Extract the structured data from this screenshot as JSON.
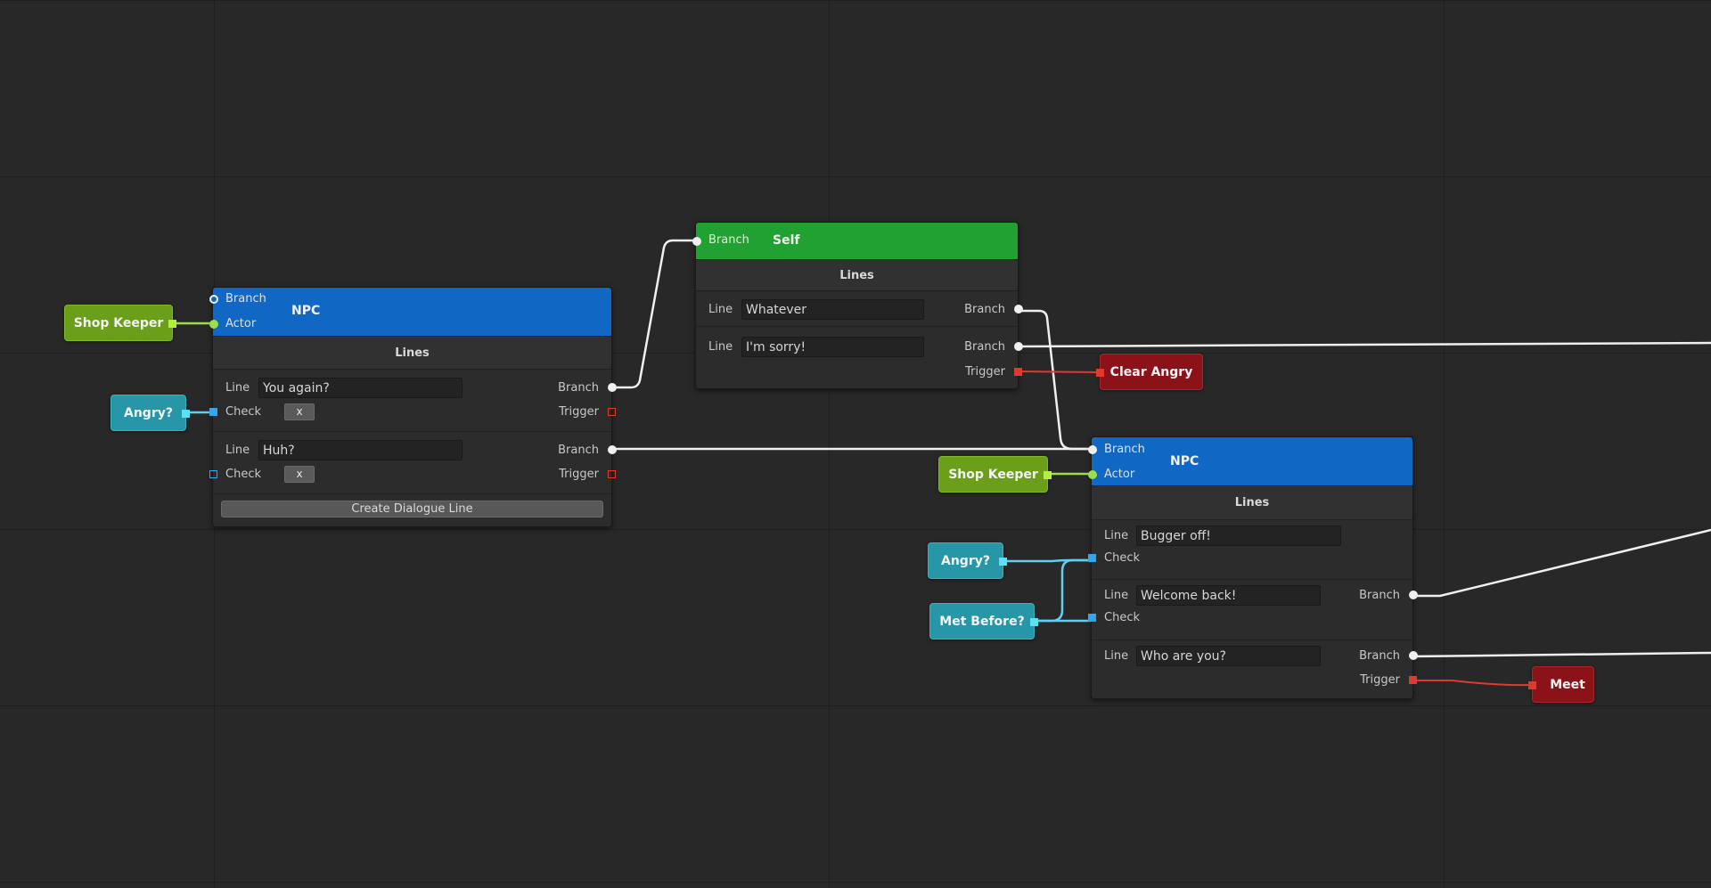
{
  "colors": {
    "canvas_bg": "#282828",
    "npc_header": "#1168c4",
    "self_header": "#21a132",
    "actor_pill": "#6b9f19",
    "condition_pill": "#2797a8",
    "trigger_pill": "#8c1219",
    "wire_branch": "#f0f0f0",
    "wire_actor": "#9be04a",
    "wire_check": "#5fd0f0",
    "wire_trigger": "#e03a2e"
  },
  "npc1": {
    "title": "NPC",
    "in_branch": "Branch",
    "in_actor": "Actor",
    "section": "Lines",
    "lines": [
      {
        "line_label": "Line",
        "value": "You again?",
        "check_label": "Check",
        "check_value": "x",
        "branch_label": "Branch",
        "trigger_label": "Trigger"
      },
      {
        "line_label": "Line",
        "value": "Huh?",
        "check_label": "Check",
        "check_value": "x",
        "branch_label": "Branch",
        "trigger_label": "Trigger"
      }
    ],
    "create_button": "Create Dialogue Line"
  },
  "self_node": {
    "title": "Self",
    "in_branch": "Branch",
    "section": "Lines",
    "lines": [
      {
        "line_label": "Line",
        "value": "Whatever",
        "branch_label": "Branch"
      },
      {
        "line_label": "Line",
        "value": "I'm sorry!",
        "branch_label": "Branch",
        "trigger_label": "Trigger"
      }
    ]
  },
  "npc2": {
    "title": "NPC",
    "in_branch": "Branch",
    "in_actor": "Actor",
    "section": "Lines",
    "lines": [
      {
        "line_label": "Line",
        "value": "Bugger off!",
        "check_label": "Check"
      },
      {
        "line_label": "Line",
        "value": "Welcome back!",
        "check_label": "Check",
        "branch_label": "Branch"
      },
      {
        "line_label": "Line",
        "value": "Who are you?",
        "branch_label": "Branch",
        "trigger_label": "Trigger"
      }
    ]
  },
  "pills": {
    "shop_keeper_1": "Shop Keeper",
    "angry_1": "Angry?",
    "clear_angry": "Clear Angry",
    "shop_keeper_2": "Shop Keeper",
    "angry_2": "Angry?",
    "met_before": "Met Before?",
    "meet": "Meet"
  }
}
